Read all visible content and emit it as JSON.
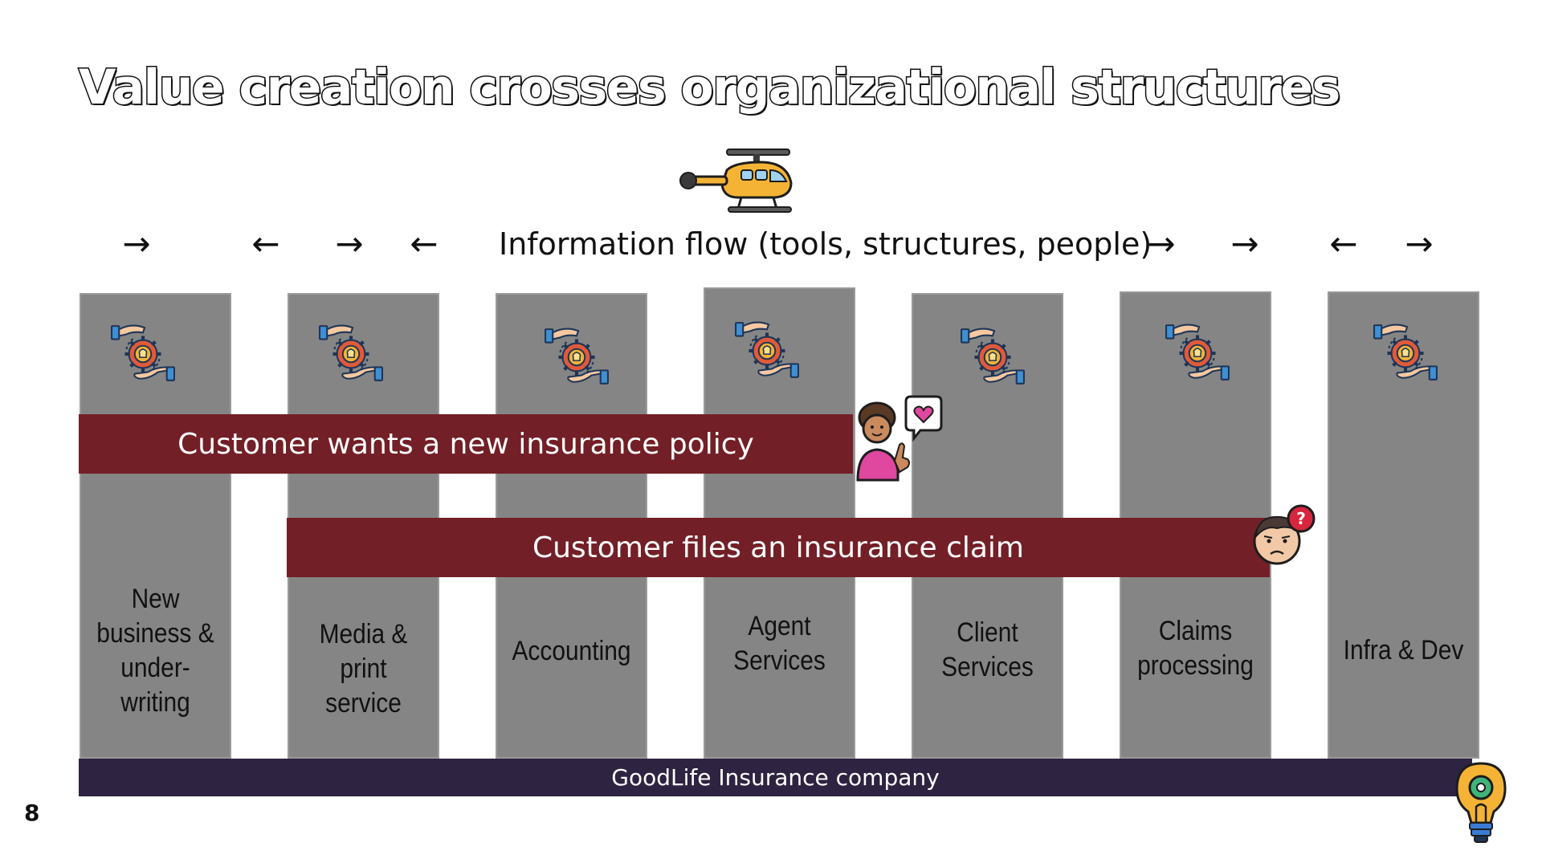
{
  "slide": {
    "title": "Value creation crosses organizational structures",
    "page_number": "8"
  },
  "flow": {
    "label": "Information flow (tools, structures, people)",
    "arrows_left": [
      "→",
      "←",
      "→",
      "←"
    ],
    "arrows_right": [
      "→",
      "→",
      "←",
      "→"
    ]
  },
  "departments": [
    {
      "label": "New\nbusiness &\nunder-\nwriting"
    },
    {
      "label": "Media &\nprint\nservice"
    },
    {
      "label": "Accounting"
    },
    {
      "label": "Agent\nServices"
    },
    {
      "label": "Client\nServices"
    },
    {
      "label": "Claims\nprocessing"
    },
    {
      "label": "Infra & Dev"
    }
  ],
  "processes": {
    "new_policy": "Customer wants a new insurance policy",
    "claim": "Customer files an insurance claim"
  },
  "company": {
    "name": "GoodLife Insurance company"
  },
  "icons": {
    "department": "innovation-hands-icon",
    "helicopter": "helicopter-icon",
    "happy_customer": "happy-customer-icon",
    "confused_customer": "confused-customer-icon",
    "logo": "lightbulb-gear-icon"
  },
  "colors": {
    "column": "#858585",
    "process_band": "#731f27",
    "footer": "#2e2340",
    "accent_orange": "#f5b335"
  }
}
